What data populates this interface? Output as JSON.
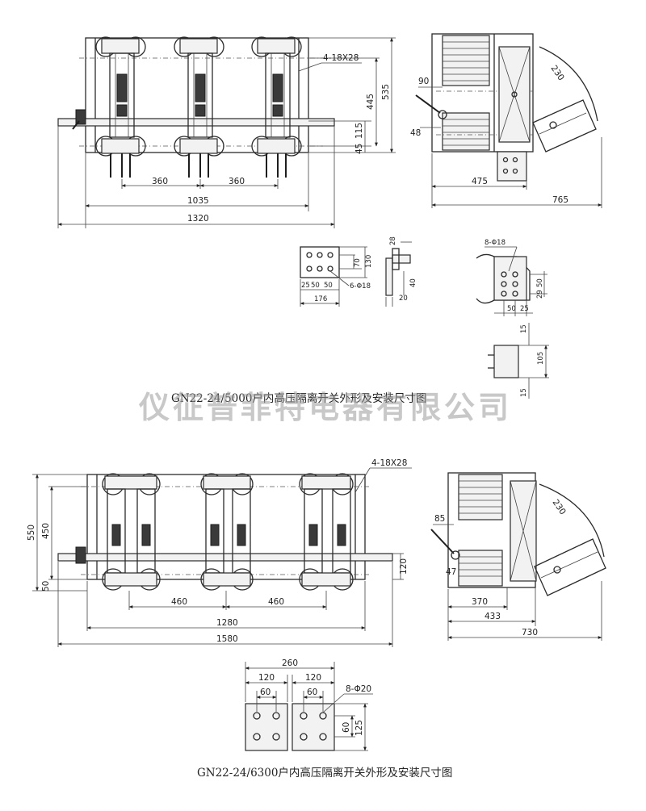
{
  "drawing_1": {
    "title": "GN22-24/5000户内高压隔离开关外形及安装尺寸图",
    "front": {
      "w1320": "1320",
      "w1035": "1035",
      "w360a": "360",
      "w360b": "360",
      "h535": "535",
      "h445": "445",
      "h115": "115",
      "h45": "45",
      "holes": "4-18X28"
    },
    "side": {
      "w765": "765",
      "w475": "475",
      "d90": "90",
      "d48": "48",
      "r230": "230"
    },
    "terminal": {
      "w176": "176",
      "d25": "25",
      "d50a": "50",
      "d50b": "50",
      "d70": "70",
      "d130": "130",
      "d28": "28",
      "d40": "40",
      "d20": "20",
      "holes": "6-Φ18"
    },
    "mount": {
      "holes": "8-Φ18",
      "d50a": "50",
      "d29": "29",
      "d50b": "50",
      "d25": "25",
      "d15a": "15",
      "d105": "105",
      "d15b": "15"
    }
  },
  "watermark": "仪征普菲特电器有限公司",
  "drawing_2": {
    "title": "GN22-24/6300户内高压隔离开关外形及安装尺寸图",
    "front": {
      "w1580": "1580",
      "w1280": "1280",
      "w460a": "460",
      "w460b": "460",
      "h550": "550",
      "h450": "450",
      "h50": "50",
      "h120": "120",
      "holes": "4-18X28"
    },
    "side": {
      "w730": "730",
      "w433": "433",
      "w370": "370",
      "d85": "85",
      "d47": "47",
      "r230": "230"
    },
    "terminal": {
      "w260": "260",
      "w120a": "120",
      "w120b": "120",
      "w60a": "60",
      "w60b": "60",
      "h125": "125",
      "h60": "60",
      "holes": "8-Φ20"
    }
  }
}
